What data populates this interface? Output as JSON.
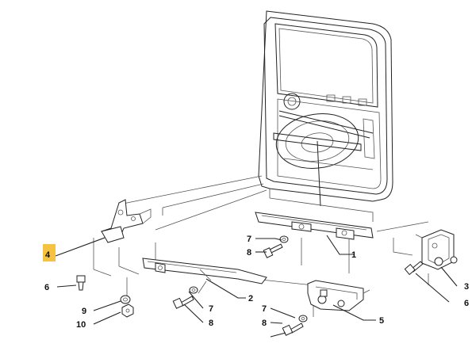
{
  "labels": {
    "l1": "1",
    "l2": "2",
    "l3": "3",
    "l4": "4",
    "l5": "5",
    "l6a": "6",
    "l6b": "6",
    "l7a": "7",
    "l7b": "7",
    "l7c": "7",
    "l8a": "8",
    "l8b": "8",
    "l8c": "8",
    "l9": "9",
    "l10": "10"
  },
  "colors": {
    "highlight": "#f5c242",
    "ink": "#222222"
  }
}
